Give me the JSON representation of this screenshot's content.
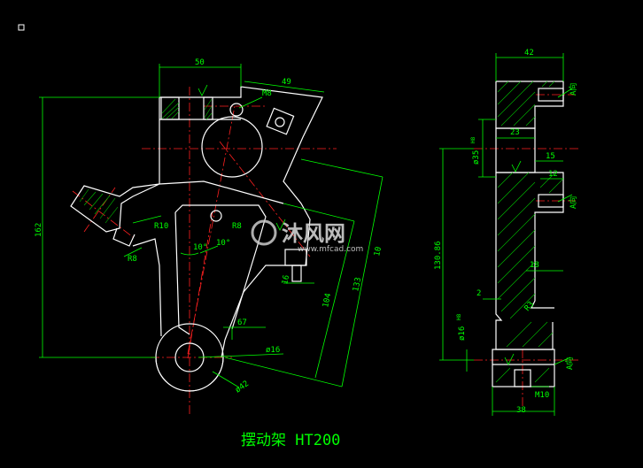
{
  "drawing": {
    "title": "摆动架 HT200",
    "watermark_brand": "沐风网",
    "watermark_url": "www.mfcad.com",
    "corner_marker": "□"
  },
  "front_view": {
    "dims": {
      "top_width": "50",
      "angled_width": "49",
      "thread_top": "M8",
      "overall_height": "162",
      "r10": "R10",
      "r8_upper": "R8",
      "r8_lower": "R8",
      "angle_left": "10°",
      "angle_right": "10°",
      "bottom_offset": "67",
      "bore_dia": "ø16",
      "boss_dia": "ø42",
      "slant_133": "133",
      "slant_104": "104",
      "small_16": "16",
      "small_10": "10"
    }
  },
  "side_view": {
    "dims": {
      "top_width": "42",
      "bore_35": "ø35",
      "bore_35_fit": "H8",
      "width_23": "23",
      "width_15": "15",
      "width_12": "12",
      "width_18": "18",
      "height_130": "130.86",
      "bore_16": "ø16",
      "bore_16_fit": "H8",
      "small_2": "2",
      "r3": "R3",
      "thread_bottom": "M10",
      "bottom_width": "38",
      "section_a": "A向"
    }
  }
}
